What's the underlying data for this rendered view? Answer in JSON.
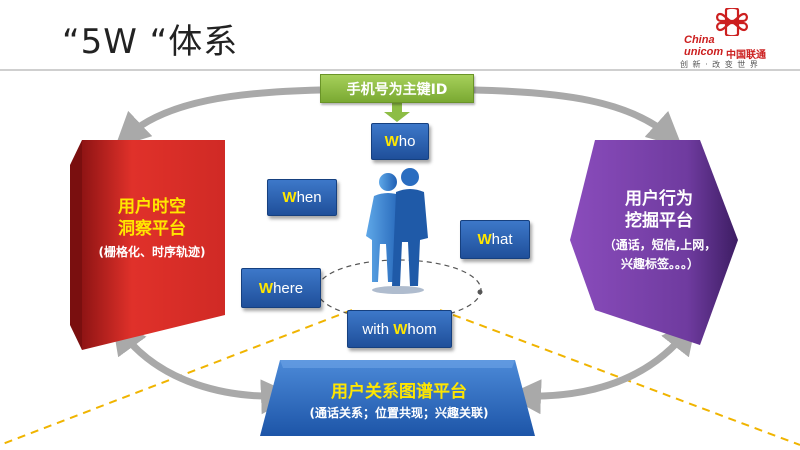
{
  "slide": {
    "title": "“5W “体系"
  },
  "logo": {
    "en_line1": "China",
    "en_line2": "unicom",
    "cn": "中国联通",
    "slogan": "创 新 · 改 变 世 界"
  },
  "header_bar": {
    "label": "手机号为主键ID"
  },
  "w_labels": {
    "who": {
      "hl": "W",
      "rest": "ho"
    },
    "when": {
      "hl": "W",
      "rest": "hen"
    },
    "what": {
      "hl": "W",
      "rest": "hat"
    },
    "where": {
      "hl": "W",
      "rest": "here"
    },
    "whom": {
      "prefix": "with ",
      "hl": "W",
      "rest": "hom"
    }
  },
  "left_platform": {
    "title": "用户时空洞察平台",
    "title_line1": "用户时空",
    "title_line2": "洞察平台",
    "subtitle": "(栅格化、时序轨迹)"
  },
  "right_platform": {
    "title_line1": "用户行为",
    "title_line2": "挖掘平台",
    "subtitle": "（通话，短信,上网，兴趣标签。。。）"
  },
  "bottom_platform": {
    "title": "用户关系图谱平台",
    "subtitle": "(通话关系；位置共现；兴趣关联)"
  },
  "colors": {
    "left_panel": "#d8302b",
    "right_panel": "#7a3fa8",
    "bottom_panel": "#2b6fc6",
    "blue_button": "#2b60b0",
    "green_bar": "#8dbd45",
    "highlight": "#ffe600",
    "arrow": "#a9a9a9",
    "dashed_line": "#f0b400"
  }
}
